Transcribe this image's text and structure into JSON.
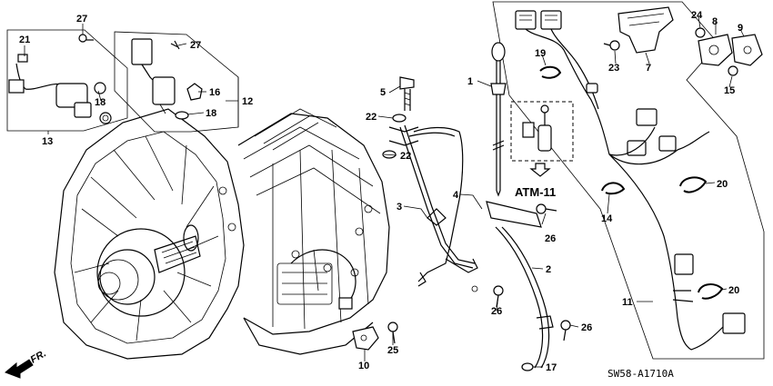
{
  "callouts": {
    "p1": "1",
    "p2": "2",
    "p3": "3",
    "p4": "4",
    "p5": "5",
    "p7": "7",
    "p8": "8",
    "p9": "9",
    "p10": "10",
    "p11": "11",
    "p12": "12",
    "p13": "13",
    "p14": "14",
    "p15": "15",
    "p16": "16",
    "p17": "17",
    "p18a": "18",
    "p18b": "18",
    "p19": "19",
    "p20a": "20",
    "p20b": "20",
    "p21": "21",
    "p22a": "22",
    "p22b": "22",
    "p23": "23",
    "p24": "24",
    "p25": "25",
    "p26a": "26",
    "p26b": "26",
    "p26c": "26",
    "p27a": "27",
    "p27b": "27"
  },
  "reference_label": "ATM-11",
  "front_label": "FR.",
  "diagram_code": "SW58-A1710A"
}
